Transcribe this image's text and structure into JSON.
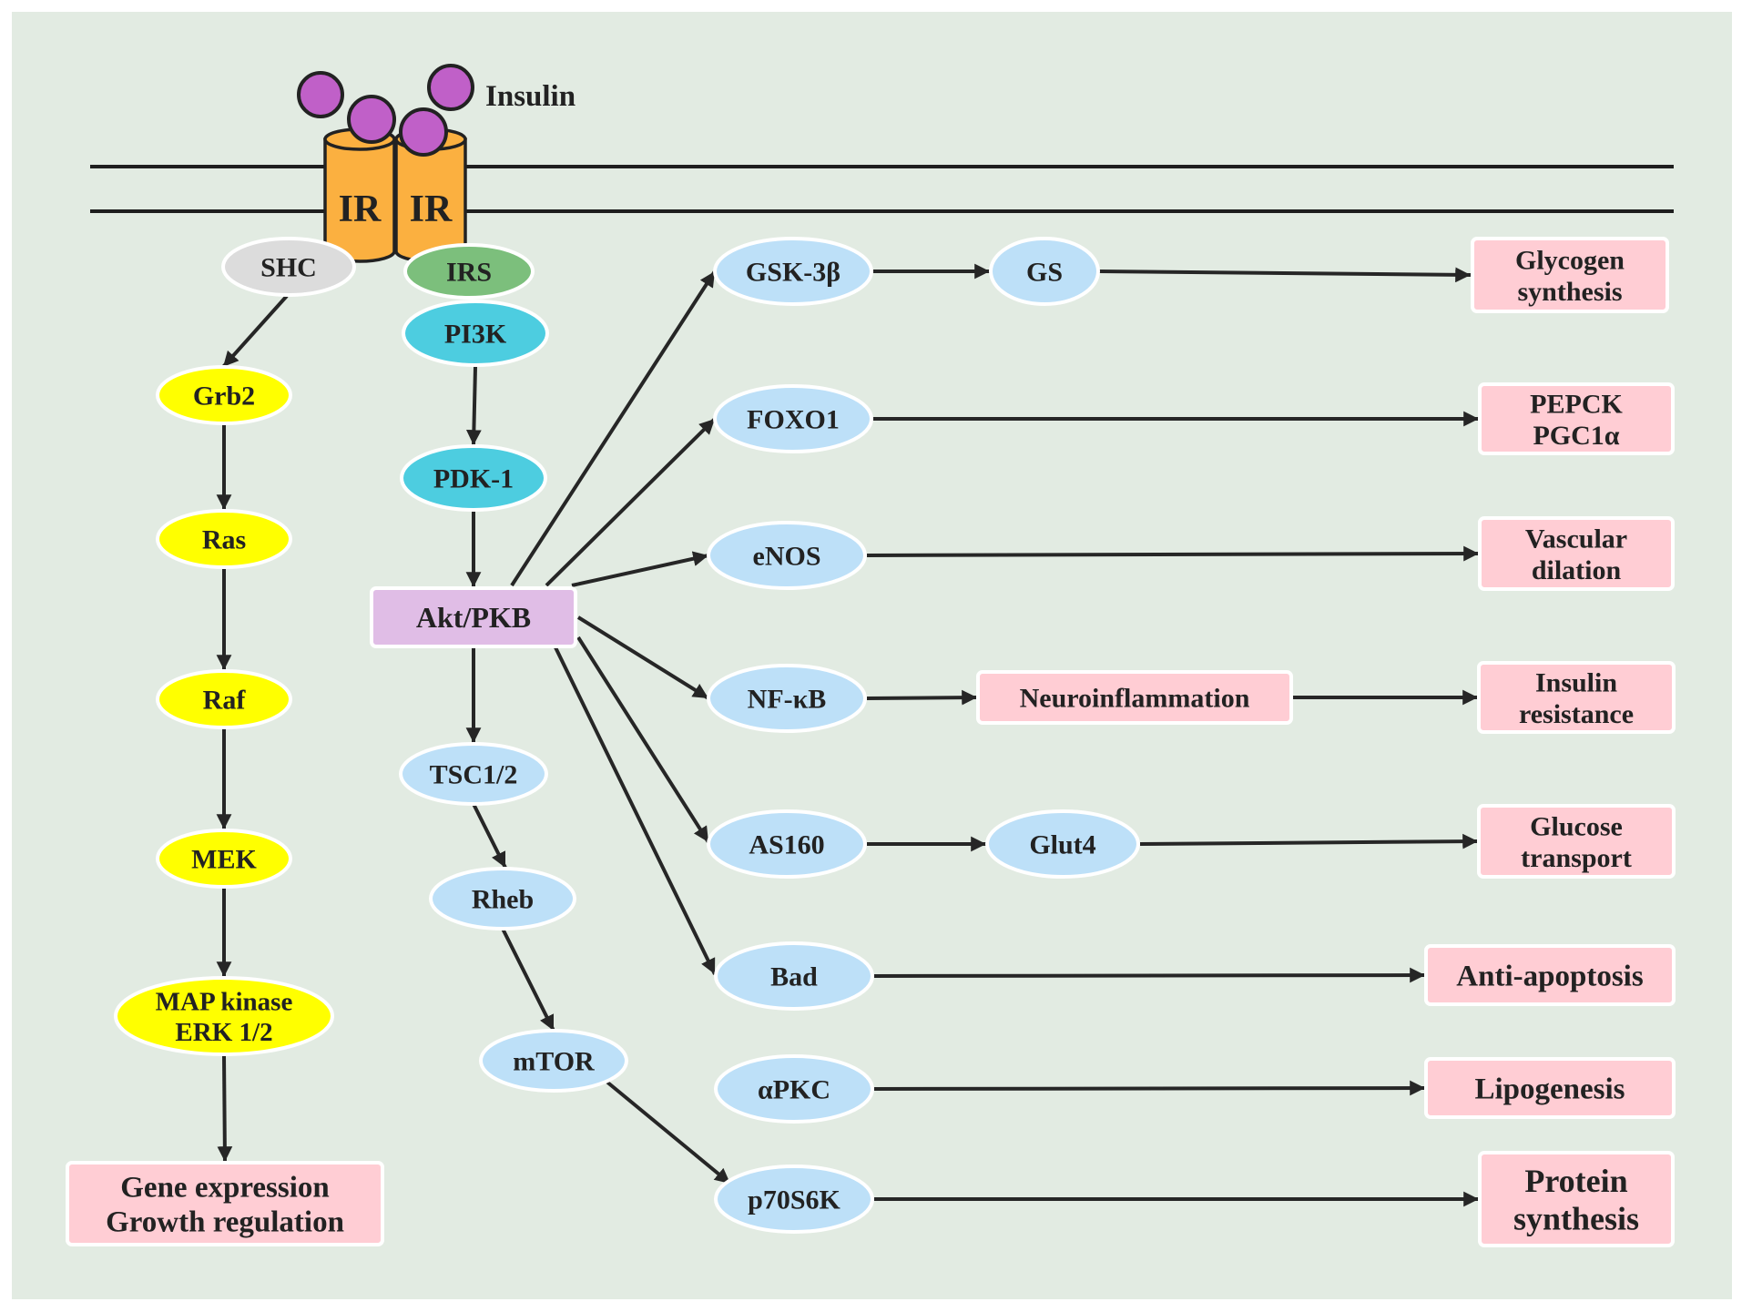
{
  "title": "Insulin signaling pathway",
  "colors": {
    "background": "#e2ebe2",
    "membrane": "#1e1e1e",
    "receptor": "#fbb040",
    "insulin": "#c060c8",
    "shc": "#dcdcdc",
    "irs": "#7cbf7c",
    "pi3k": "#4dcde0",
    "mapk": "#ffff00",
    "akt": "#e0bde6",
    "effector": "#bde0f8",
    "outcome": "#ffcdd4",
    "arrow": "#262626"
  },
  "ligand": {
    "label": "Insulin"
  },
  "receptor": {
    "labels": [
      "IR",
      "IR"
    ]
  },
  "nodes": [
    {
      "id": "shc",
      "label": [
        "SHC"
      ],
      "shape": "ellipse",
      "color": "shc"
    },
    {
      "id": "irs",
      "label": [
        "IRS"
      ],
      "shape": "ellipse",
      "color": "irs"
    },
    {
      "id": "pi3k",
      "label": [
        "PI3K"
      ],
      "shape": "ellipse",
      "color": "pi3k"
    },
    {
      "id": "pdk1",
      "label": [
        "PDK-1"
      ],
      "shape": "ellipse",
      "color": "pi3k"
    },
    {
      "id": "akt",
      "label": [
        "Akt/PKB"
      ],
      "shape": "rect",
      "color": "akt"
    },
    {
      "id": "grb2",
      "label": [
        "Grb2"
      ],
      "shape": "ellipse",
      "color": "mapk"
    },
    {
      "id": "ras",
      "label": [
        "Ras"
      ],
      "shape": "ellipse",
      "color": "mapk"
    },
    {
      "id": "raf",
      "label": [
        "Raf"
      ],
      "shape": "ellipse",
      "color": "mapk"
    },
    {
      "id": "mek",
      "label": [
        "MEK"
      ],
      "shape": "ellipse",
      "color": "mapk"
    },
    {
      "id": "mapk",
      "label": [
        "MAP kinase",
        "ERK 1/2"
      ],
      "shape": "ellipse",
      "color": "mapk"
    },
    {
      "id": "gene",
      "label": [
        "Gene expression",
        "Growth regulation"
      ],
      "shape": "rect",
      "color": "outcome"
    },
    {
      "id": "tsc",
      "label": [
        "TSC1/2"
      ],
      "shape": "ellipse",
      "color": "effector"
    },
    {
      "id": "rheb",
      "label": [
        "Rheb"
      ],
      "shape": "ellipse",
      "color": "effector"
    },
    {
      "id": "mtor",
      "label": [
        "mTOR"
      ],
      "shape": "ellipse",
      "color": "effector"
    },
    {
      "id": "gsk3b",
      "label": [
        "GSK-3β"
      ],
      "shape": "ellipse",
      "color": "effector"
    },
    {
      "id": "gs",
      "label": [
        "GS"
      ],
      "shape": "ellipse",
      "color": "effector"
    },
    {
      "id": "foxo1",
      "label": [
        "FOXO1"
      ],
      "shape": "ellipse",
      "color": "effector"
    },
    {
      "id": "enos",
      "label": [
        "eNOS"
      ],
      "shape": "ellipse",
      "color": "effector"
    },
    {
      "id": "nfkb",
      "label": [
        "NF-κB"
      ],
      "shape": "ellipse",
      "color": "effector"
    },
    {
      "id": "neuro",
      "label": [
        "Neuroinflammation"
      ],
      "shape": "rect",
      "color": "outcome"
    },
    {
      "id": "as160",
      "label": [
        "AS160"
      ],
      "shape": "ellipse",
      "color": "effector"
    },
    {
      "id": "glut4",
      "label": [
        "Glut4"
      ],
      "shape": "ellipse",
      "color": "effector"
    },
    {
      "id": "bad",
      "label": [
        "Bad"
      ],
      "shape": "ellipse",
      "color": "effector"
    },
    {
      "id": "apkc",
      "label": [
        "αPKC"
      ],
      "shape": "ellipse",
      "color": "effector"
    },
    {
      "id": "p70s6k",
      "label": [
        "p70S6K"
      ],
      "shape": "ellipse",
      "color": "effector"
    },
    {
      "id": "glycogen",
      "label": [
        "Glycogen",
        "synthesis"
      ],
      "shape": "rect",
      "color": "outcome"
    },
    {
      "id": "pepck",
      "label": [
        "PEPCK",
        "PGC1α"
      ],
      "shape": "rect",
      "color": "outcome"
    },
    {
      "id": "vascular",
      "label": [
        "Vascular",
        "dilation"
      ],
      "shape": "rect",
      "color": "outcome"
    },
    {
      "id": "insres",
      "label": [
        "Insulin",
        "resistance"
      ],
      "shape": "rect",
      "color": "outcome"
    },
    {
      "id": "glucose",
      "label": [
        "Glucose",
        "transport"
      ],
      "shape": "rect",
      "color": "outcome"
    },
    {
      "id": "antiapop",
      "label": [
        "Anti-apoptosis"
      ],
      "shape": "rect",
      "color": "outcome"
    },
    {
      "id": "lipo",
      "label": [
        "Lipogenesis"
      ],
      "shape": "rect",
      "color": "outcome"
    },
    {
      "id": "protein",
      "label": [
        "Protein",
        "synthesis"
      ],
      "shape": "rect",
      "color": "outcome"
    }
  ],
  "edges": [
    [
      "shc",
      "grb2"
    ],
    [
      "grb2",
      "ras"
    ],
    [
      "ras",
      "raf"
    ],
    [
      "raf",
      "mek"
    ],
    [
      "mek",
      "mapk"
    ],
    [
      "mapk",
      "gene"
    ],
    [
      "pi3k",
      "pdk1"
    ],
    [
      "pdk1",
      "akt"
    ],
    [
      "akt",
      "tsc"
    ],
    [
      "tsc",
      "rheb"
    ],
    [
      "rheb",
      "mtor"
    ],
    [
      "mtor",
      "p70s6k"
    ],
    [
      "akt",
      "gsk3b"
    ],
    [
      "akt",
      "foxo1"
    ],
    [
      "akt",
      "enos"
    ],
    [
      "akt",
      "nfkb"
    ],
    [
      "akt",
      "as160"
    ],
    [
      "akt",
      "bad"
    ],
    [
      "gsk3b",
      "gs"
    ],
    [
      "gs",
      "glycogen"
    ],
    [
      "foxo1",
      "pepck"
    ],
    [
      "enos",
      "vascular"
    ],
    [
      "nfkb",
      "neuro"
    ],
    [
      "neuro",
      "insres"
    ],
    [
      "as160",
      "glut4"
    ],
    [
      "glut4",
      "glucose"
    ],
    [
      "bad",
      "antiapop"
    ],
    [
      "apkc",
      "lipo"
    ],
    [
      "p70s6k",
      "protein"
    ]
  ]
}
